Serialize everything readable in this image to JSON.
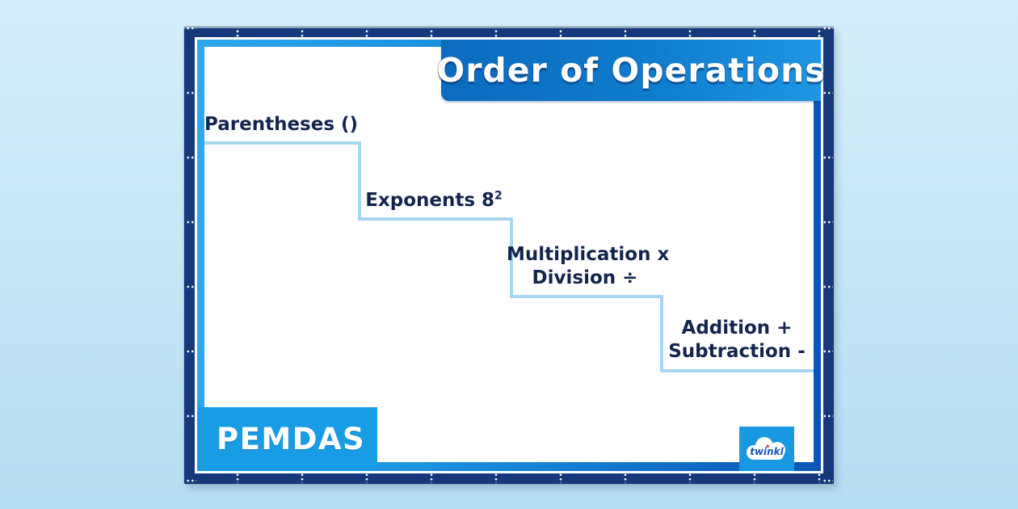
{
  "title": "Order of Operations",
  "acronym": "PEMDAS",
  "steps": {
    "parentheses": {
      "label": "Parentheses ()"
    },
    "exponents": {
      "label": "Exponents 8",
      "superscript": "2"
    },
    "multiplication_division": {
      "line1": "Multiplication x",
      "line2": "Division ÷"
    },
    "addition_subtraction": {
      "line1": "Addition +",
      "line2": "Subtraction -"
    }
  },
  "logo": {
    "brand": "twinkl"
  },
  "colors": {
    "page_background": "#C6E7F7",
    "frame_navy": "#16397C",
    "card_edge_light": "#2EA8EC",
    "card_edge_dark": "#0B56B4",
    "banner_left": "#0C6BBE",
    "banner_right": "#1E97E2",
    "step_line": "#A5D8F3",
    "step_text": "#13254E",
    "pemdas_box": "#189CE4",
    "logo_box": "#1798E0",
    "logo_dot": "#E5312B",
    "title_text": "#FFFFFF"
  }
}
